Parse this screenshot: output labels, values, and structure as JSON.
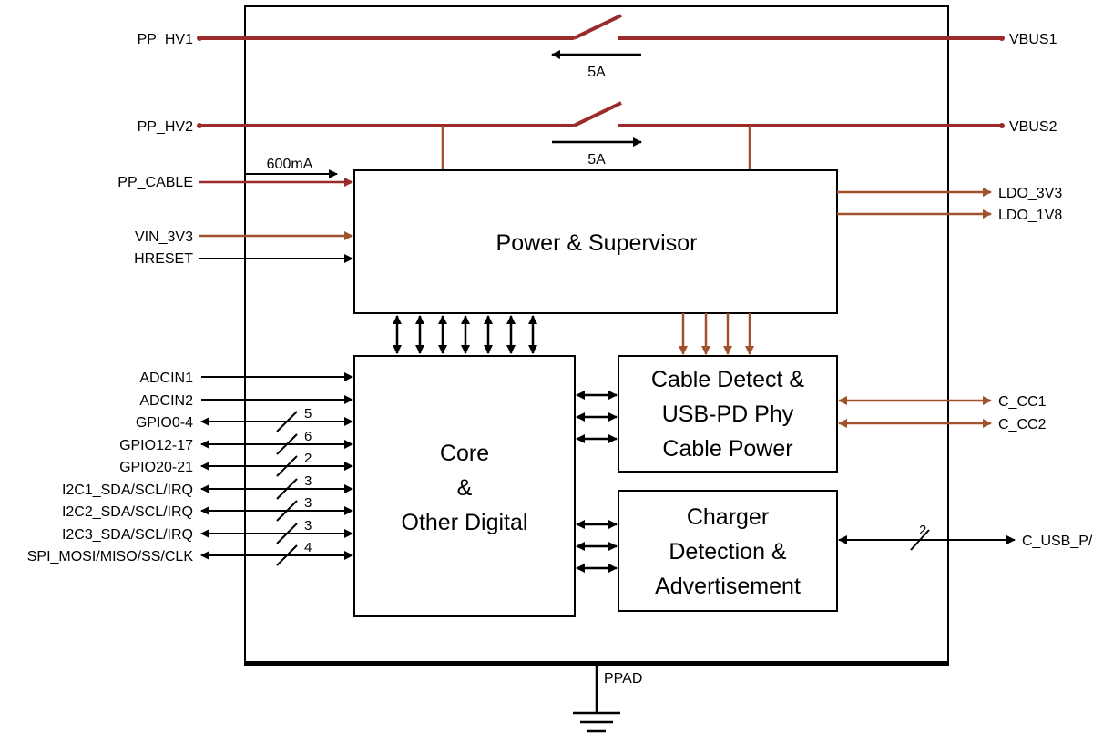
{
  "colors": {
    "power_rail": "#9b2a2a",
    "power_io": "#a0522d",
    "signal": "#000000",
    "background": "#ffffff"
  },
  "power_switches": {
    "hv1": {
      "input": "PP_HV1",
      "output": "VBUS1",
      "current": "5A",
      "direction": "VBUS1 to PP_HV1"
    },
    "hv2": {
      "input": "PP_HV2",
      "output": "VBUS2",
      "current": "5A",
      "direction": "PP_HV2 to VBUS2"
    }
  },
  "power_inputs": {
    "pp_cable": "PP_CABLE",
    "pp_cable_current": "600mA",
    "vin_3v3": "VIN_3V3",
    "hreset": "HRESET"
  },
  "ldo_outputs": [
    "LDO_3V3",
    "LDO_1V8"
  ],
  "blocks": {
    "power_supervisor": [
      "Power & Supervisor"
    ],
    "core": [
      "Core",
      "&",
      "Other Digital"
    ],
    "cable_detect": [
      "Cable Detect &",
      "USB-PD Phy",
      "Cable Power"
    ],
    "charger": [
      "Charger",
      "Detection &",
      "Advertisement"
    ]
  },
  "left_pins": [
    {
      "name": "ADCIN1",
      "bidirectional": false,
      "width": ""
    },
    {
      "name": "ADCIN2",
      "bidirectional": false,
      "width": ""
    },
    {
      "name": "GPIO0-4",
      "bidirectional": true,
      "width": "5"
    },
    {
      "name": "GPIO12-17",
      "bidirectional": true,
      "width": "6"
    },
    {
      "name": "GPIO20-21",
      "bidirectional": true,
      "width": "2"
    },
    {
      "name": "I2C1_SDA/SCL/IRQ",
      "bidirectional": true,
      "width": "3"
    },
    {
      "name": "I2C2_SDA/SCL/IRQ",
      "bidirectional": true,
      "width": "3"
    },
    {
      "name": "I2C3_SDA/SCL/IRQ",
      "bidirectional": true,
      "width": "3"
    },
    {
      "name": "SPI_MOSI/MISO/SS/CLK",
      "bidirectional": true,
      "width": "4"
    }
  ],
  "cc_pins": [
    "C_CC1",
    "C_CC2"
  ],
  "usb_pin": {
    "name": "C_USB_P/N",
    "width": "2"
  },
  "ground": "PPAD"
}
